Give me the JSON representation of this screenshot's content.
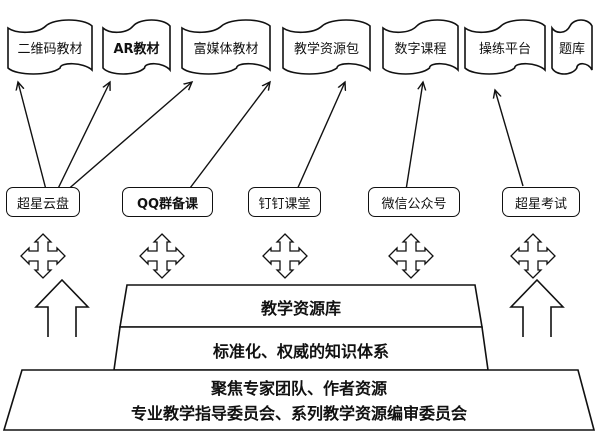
{
  "diagram": {
    "resources": [
      {
        "label": "二维码教材"
      },
      {
        "label": "AR教材"
      },
      {
        "label": "富媒体教材"
      },
      {
        "label": "教学资源包"
      },
      {
        "label": "数字课程"
      },
      {
        "label": "操练平台"
      },
      {
        "label": "题库"
      }
    ],
    "platforms": [
      {
        "label": "超星云盘",
        "targets": [
          "二维码教材",
          "AR教材",
          "富媒体教材"
        ]
      },
      {
        "label": "QQ群备课",
        "targets": [
          "教学资源包"
        ]
      },
      {
        "label": "钉钉课堂",
        "targets": [
          "数字课程"
        ]
      },
      {
        "label": "微信公众号",
        "targets": [
          "操练平台"
        ]
      },
      {
        "label": "超星考试",
        "targets": [
          "题库"
        ]
      }
    ],
    "pyramid": {
      "top": "教学资源库",
      "middle": "标准化、权威的知识体系",
      "base_line1": "聚焦专家团队、作者资源",
      "base_line2": "专业教学指导委员会、系列教学资源编审委员会"
    }
  }
}
